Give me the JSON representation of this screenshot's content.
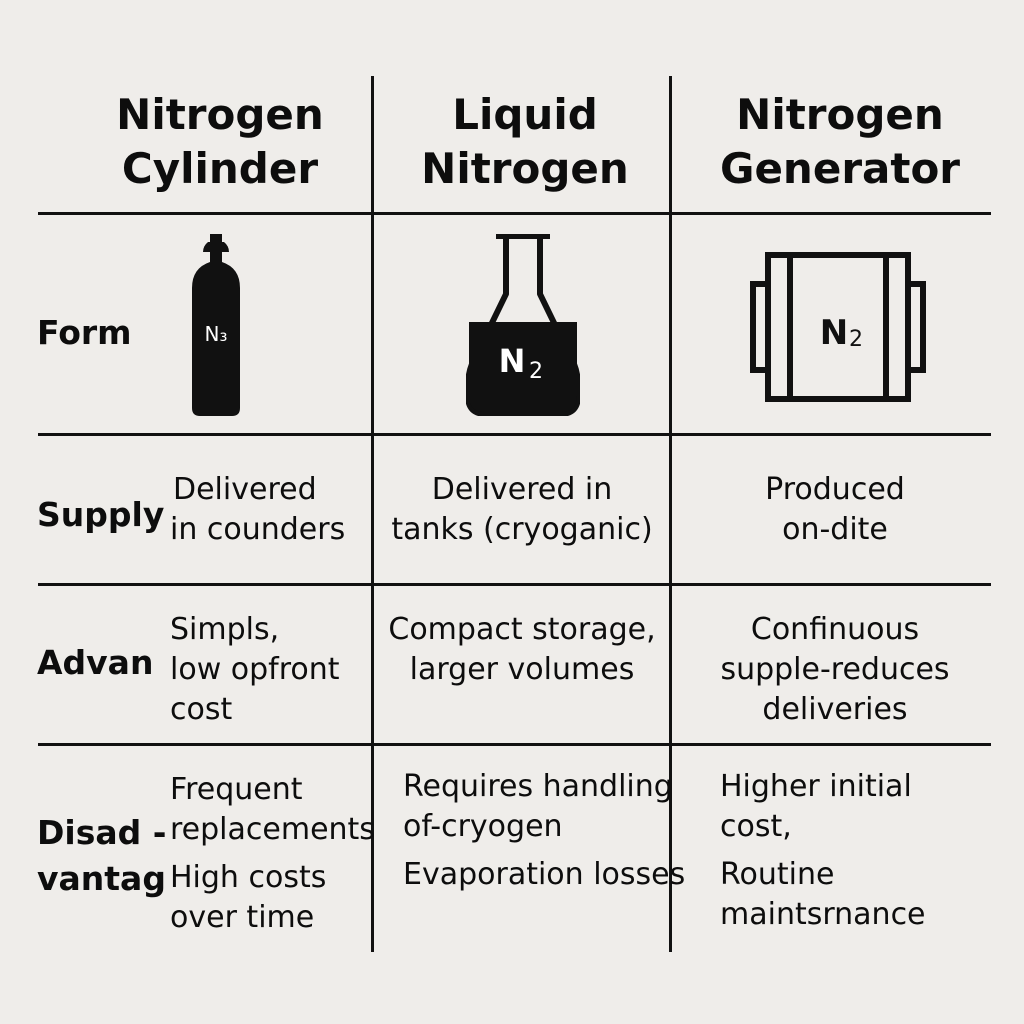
{
  "columns": [
    {
      "line1": "Nitrogen",
      "line2": "Cylinder"
    },
    {
      "line1": "Liquid",
      "line2": "Nitrogen"
    },
    {
      "line1": "Nitrogen",
      "line2": "Generator"
    }
  ],
  "rows": {
    "form": {
      "label": "Form"
    },
    "supply": {
      "label": "Supply",
      "cells": [
        [
          "Delivered",
          "in counders"
        ],
        [
          "Delivered in",
          "tanks (cryoganic)"
        ],
        [
          "Produced",
          "on-dite"
        ]
      ]
    },
    "advantages": {
      "label": "Advan",
      "cells": [
        [
          "Simpls,",
          "low opfront",
          "cost"
        ],
        [
          "Compact storage,",
          "larger volumes"
        ],
        [
          "Confinuous",
          "supple-reduces",
          "deliveries"
        ]
      ]
    },
    "disadvantages": {
      "label_line1": "Disad -",
      "label_line2": "vantag",
      "cells": [
        [
          "Frequent",
          "replacements",
          "High costs",
          "over time"
        ],
        [
          "Requires handling",
          "of-cryogen",
          "Evaporation losses"
        ],
        [
          "Higher initial",
          "cost,",
          "Routine",
          "maintsrnance"
        ]
      ]
    }
  },
  "icons": {
    "cylinder": {
      "name": "gas-cylinder-icon",
      "label": "N₃"
    },
    "flask": {
      "name": "cryogenic-flask-icon",
      "label": "N",
      "sub": "2"
    },
    "generator": {
      "name": "nitrogen-generator-icon",
      "label": "N",
      "sub": "2"
    }
  }
}
